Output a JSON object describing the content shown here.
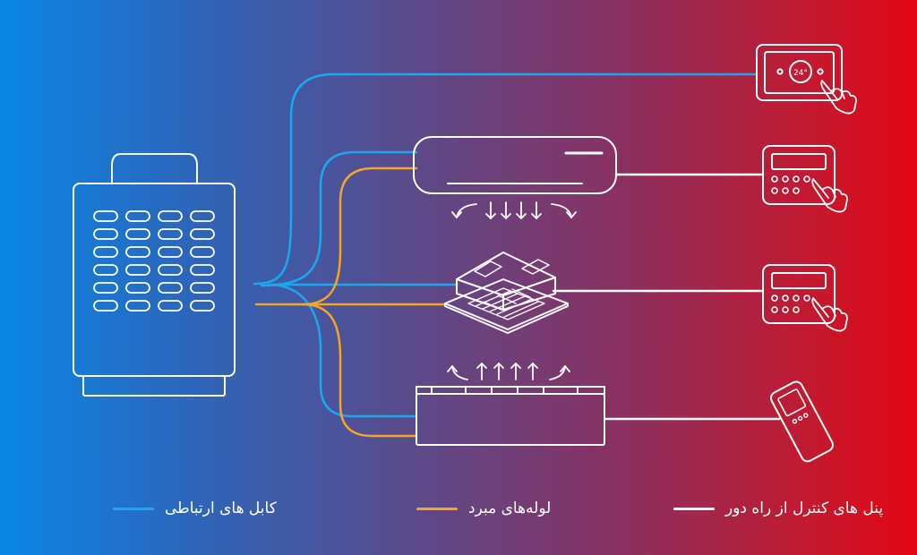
{
  "colors": {
    "communication": "#1aa8ee",
    "refrigerant": "#f5a623",
    "control": "#ffffff",
    "gradient_left": "#0a86e6",
    "gradient_right": "#e30613"
  },
  "thermostat": {
    "display": "24°"
  },
  "legend": {
    "communication_label": "کابل های ارتباطی",
    "refrigerant_label": "لوله‌های مبرد",
    "control_label": "پنل های کنترل از راه دور"
  },
  "icons": [
    "outdoor-unit-icon",
    "wall-split-unit-icon",
    "cassette-unit-icon",
    "ducted-unit-icon",
    "touch-thermostat-icon",
    "wired-controller-icon",
    "remote-control-icon",
    "hand-pointer-icon"
  ]
}
